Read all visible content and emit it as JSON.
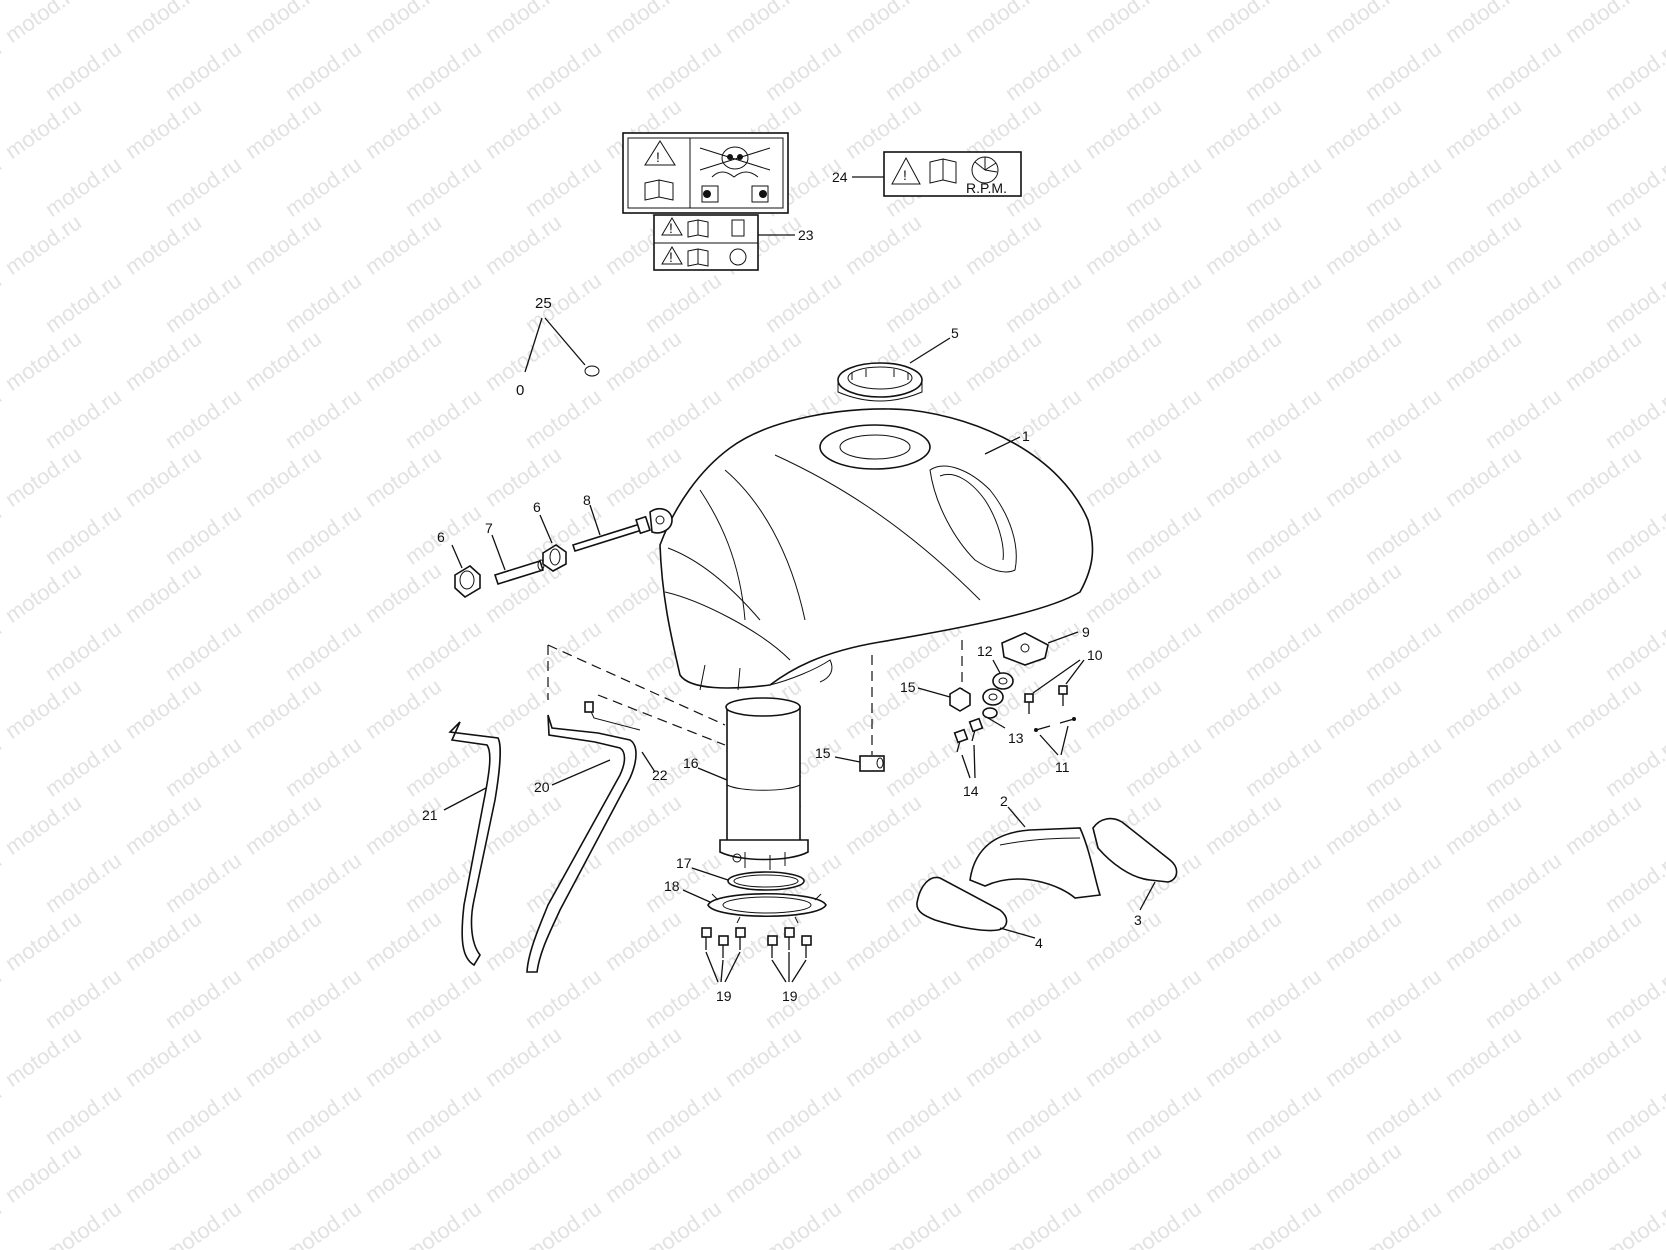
{
  "watermark": "motod.ru",
  "labels": {
    "l1": "1",
    "l2": "2",
    "l3": "3",
    "l4": "4",
    "l5": "5",
    "l6a": "6",
    "l6b": "6",
    "l7": "7",
    "l8": "8",
    "l9": "9",
    "l10": "10",
    "l11": "11",
    "l12": "12",
    "l13": "13",
    "l14": "14",
    "l15a": "15",
    "l15b": "15",
    "l16": "16",
    "l17": "17",
    "l18": "18",
    "l19a": "19",
    "l19b": "19",
    "l20": "20",
    "l21": "21",
    "l22": "22",
    "l23": "23",
    "l24": "24",
    "l25": "25"
  },
  "decal_24_text": "R.P.M.",
  "decal_25_text": "0",
  "colors": {
    "line": "#111111",
    "watermark": "#e2e2e2",
    "background": "#ffffff"
  }
}
